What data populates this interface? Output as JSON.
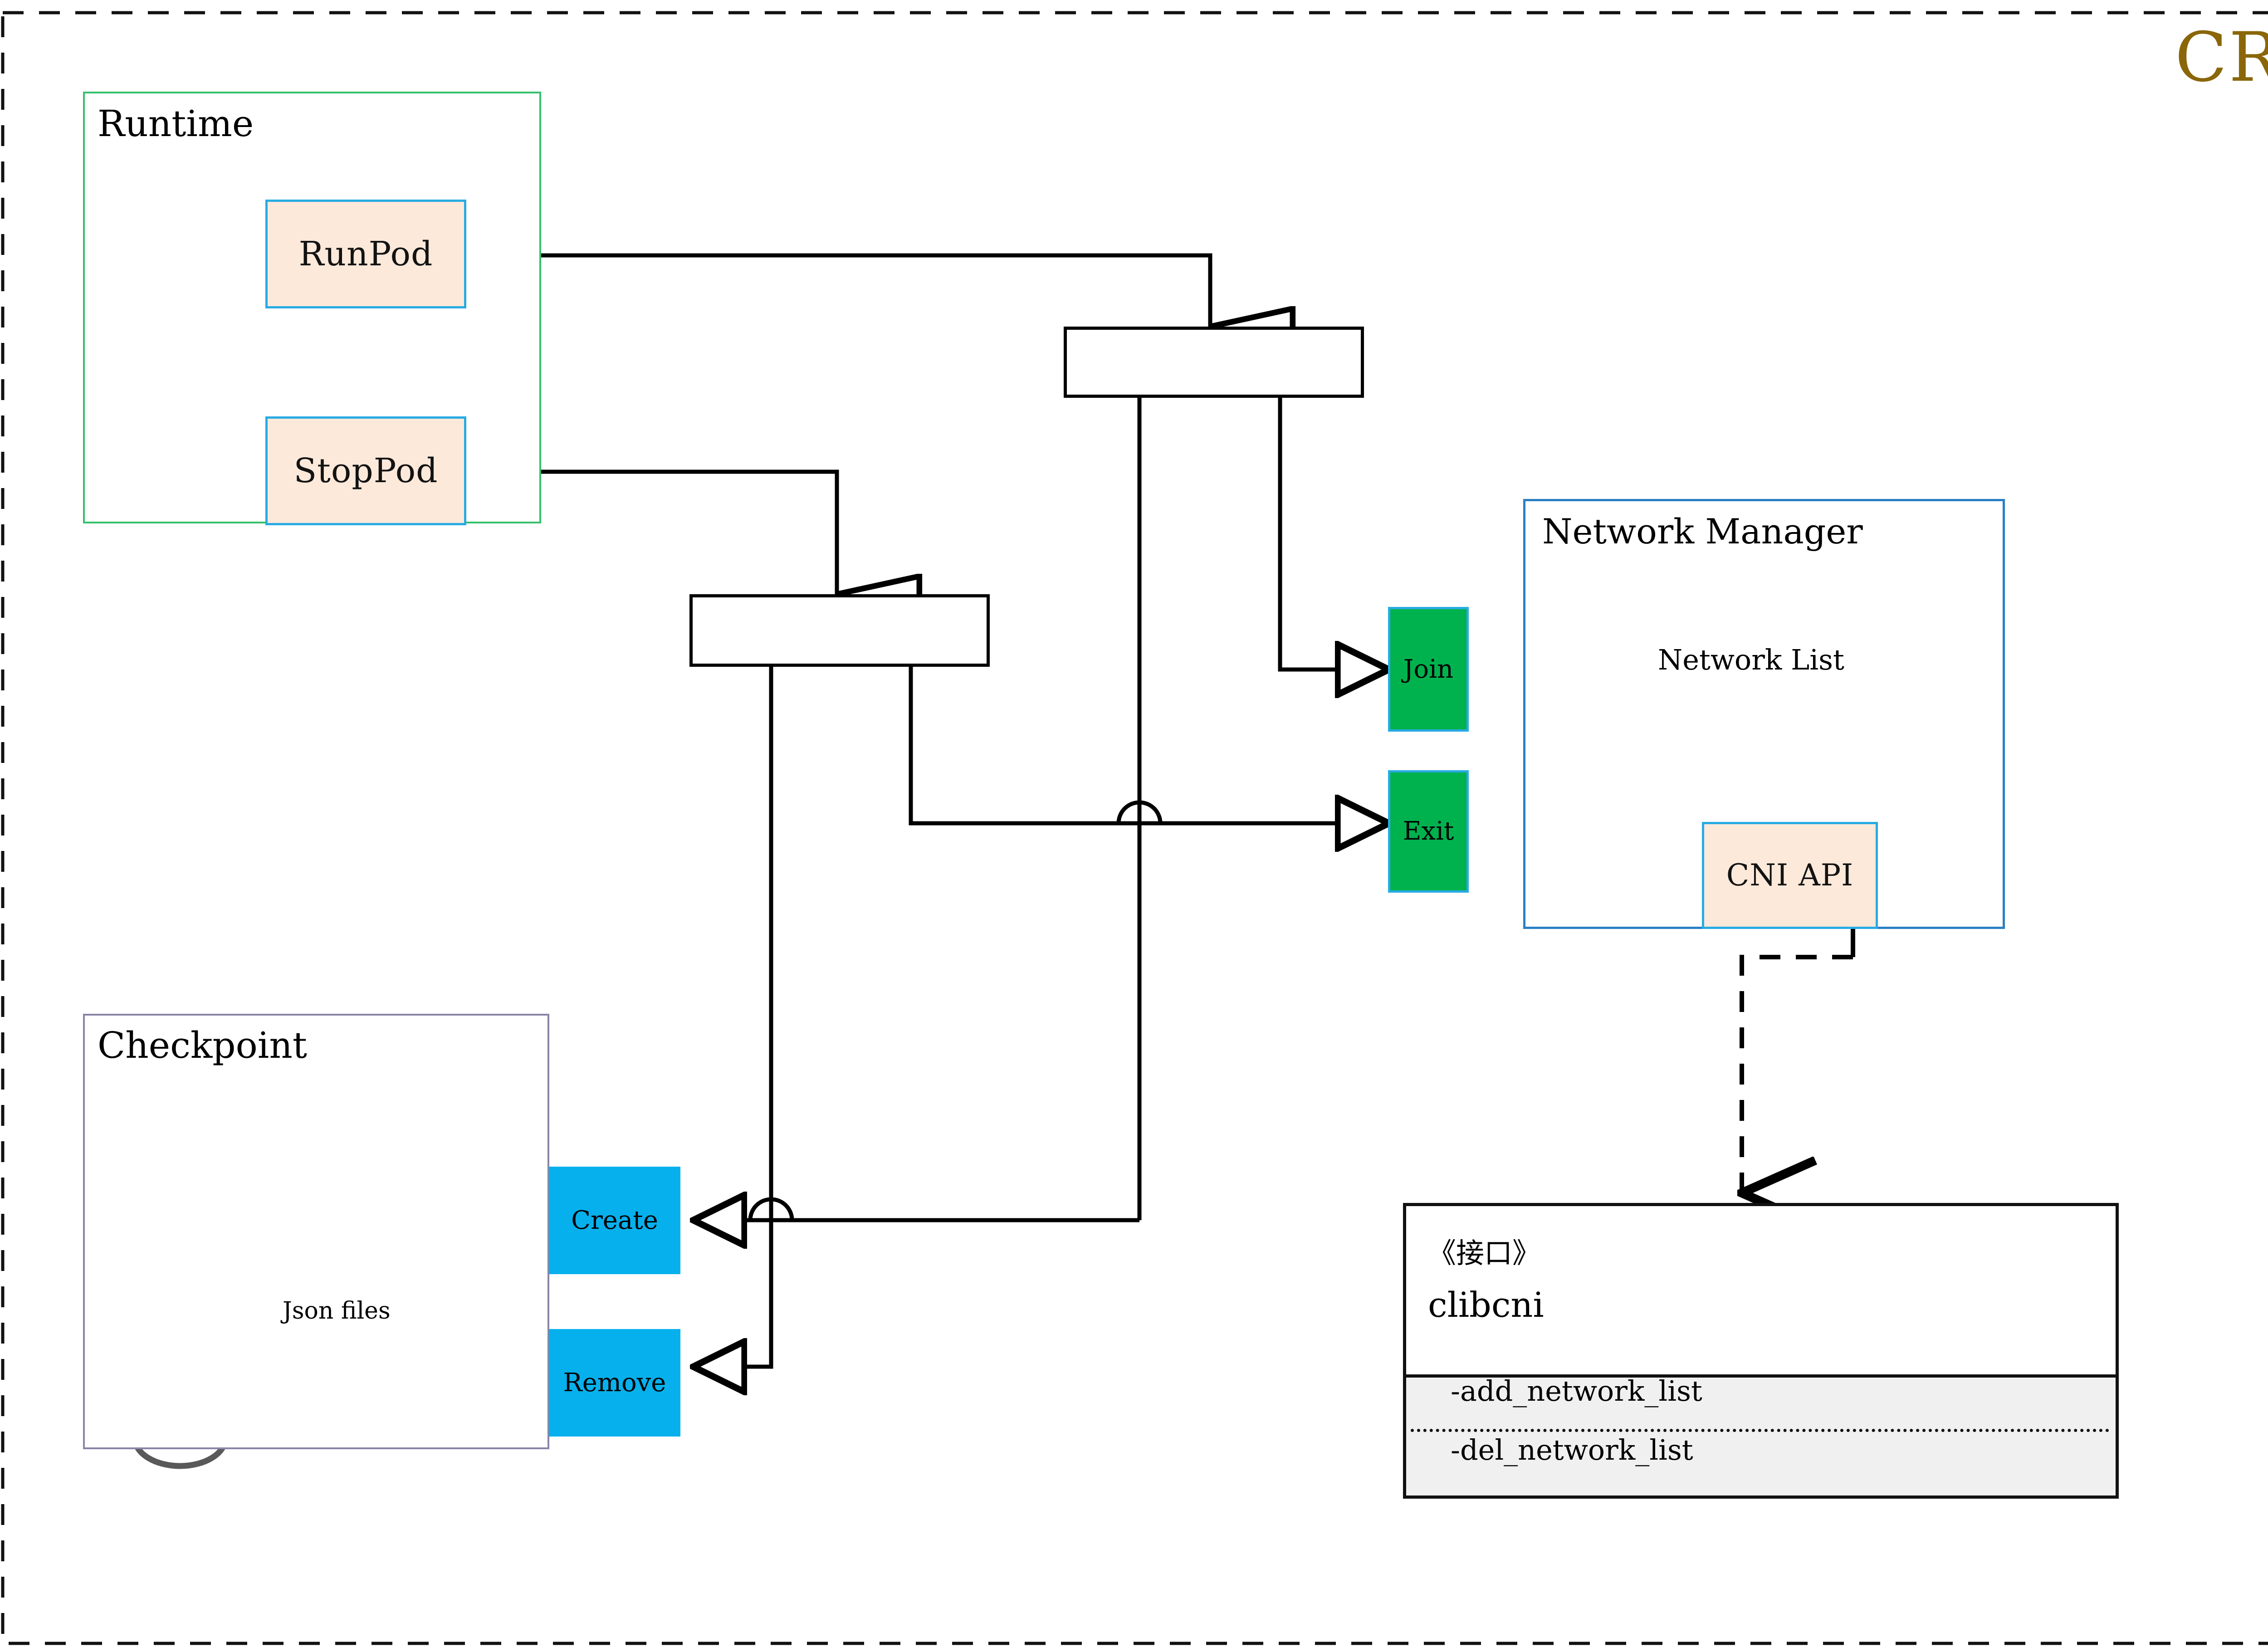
{
  "diagram": {
    "title": "CRI",
    "title_color": "#8a6608",
    "outer_border_style": "dashed"
  },
  "runtime": {
    "title": "Runtime",
    "border_color": "#35c06b",
    "methods": [
      {
        "label": "RunPod"
      },
      {
        "label": "StopPod"
      }
    ]
  },
  "checkpoint": {
    "title": "Checkpoint",
    "border_color": "#8a84a8",
    "store_label": "Json files",
    "store_icon": "cylinder-icon",
    "operations": [
      {
        "label": "Create",
        "color": "#06b0ed"
      },
      {
        "label": "Remove",
        "color": "#06b0ed"
      }
    ]
  },
  "network_manager": {
    "title": "Network Manager",
    "border_color": "#2a7fc4",
    "store_label": "Network List",
    "store_icon": "cylinder-icon",
    "ports": [
      {
        "label": "Join",
        "color": "#00b24d"
      },
      {
        "label": "Exit",
        "color": "#00b24d"
      }
    ],
    "api": {
      "label": "CNI API",
      "color": "#fce9da"
    }
  },
  "interface": {
    "stereotype": "《接口》",
    "name": "clibcni",
    "operations": [
      {
        "label": "-add_network_list"
      },
      {
        "label": "-del_network_list"
      }
    ]
  },
  "forks": [
    {
      "name": "run-fork"
    },
    {
      "name": "stop-fork"
    }
  ],
  "palette": {
    "peach_fill": "#fce9da",
    "peach_border": "#28abe3",
    "green": "#00b24d",
    "cyan": "#06b0ed",
    "line": "#000000",
    "cylinder_stroke": "#595959"
  }
}
